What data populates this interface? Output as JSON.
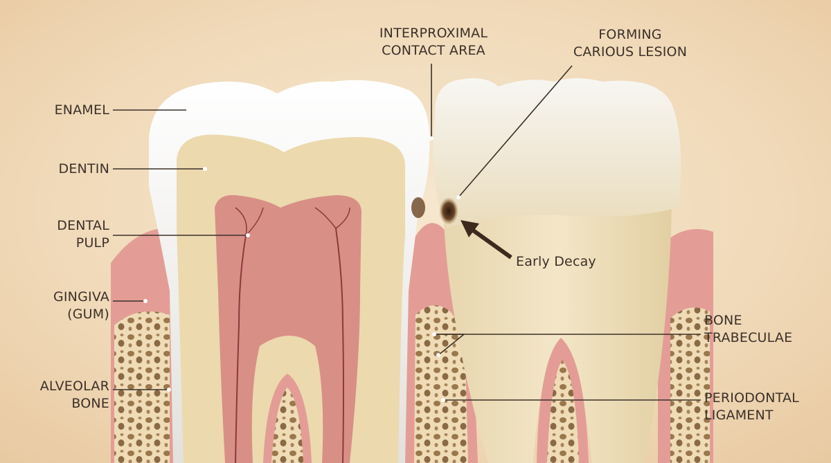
{
  "labels": {
    "enamel": [
      "ENAMEL"
    ],
    "dentin": [
      "DENTIN"
    ],
    "dental_pulp": [
      "DENTAL",
      "PULP"
    ],
    "gingiva": [
      "GINGIVA",
      "(GUM)"
    ],
    "alveolar_bone": [
      "ALVEOLAR",
      "BONE"
    ],
    "interproximal_contact_area": [
      "INTERPROXIMAL",
      "CONTACT AREA"
    ],
    "forming_carious_lesion": [
      "FORMING",
      "CARIOUS LESION"
    ],
    "early_decay": [
      "Early Decay"
    ],
    "bone_trabeculae": [
      "BONE",
      "TRABECULAE"
    ],
    "periodontal_ligament": [
      "PERIODONTAL",
      "LIGAMENT"
    ]
  },
  "colors": {
    "background": "#f3e1c6",
    "enamel": "#f4f3f0",
    "dentin": "#ecd9ae",
    "pulp": "#d88f86",
    "gingiva": "#e39d96",
    "bone": "#efdcb7",
    "bone_pores": "#8a6a45",
    "decay": "#3a2418",
    "leader_line": "#3b3029"
  }
}
